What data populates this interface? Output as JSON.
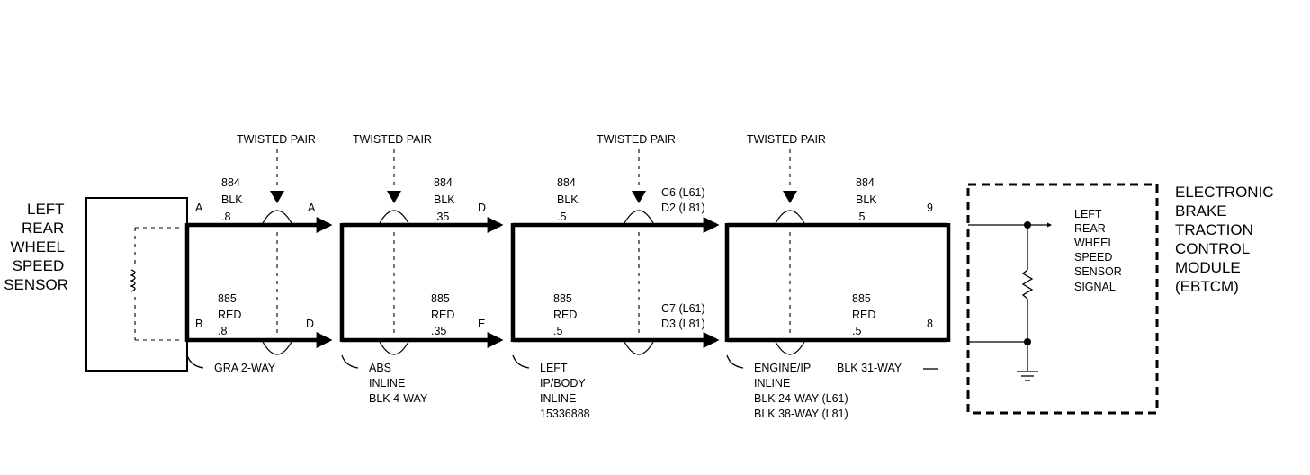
{
  "sensor": {
    "label_lines": [
      "LEFT",
      "REAR",
      "WHEEL",
      "SPEED",
      "SENSOR"
    ]
  },
  "module": {
    "label_lines": [
      "ELECTRONIC",
      "BRAKE",
      "TRACTION",
      "CONTROL",
      "MODULE",
      "(EBTCM)"
    ],
    "signal_lines": [
      "LEFT",
      "REAR",
      "WHEEL",
      "SPEED",
      "SENSOR",
      "SIGNAL"
    ]
  },
  "twisted_pair": "TWISTED PAIR",
  "circuits": {
    "top": {
      "seg1": [
        "884",
        "BLK",
        ".8"
      ],
      "seg2": [
        "884",
        "BLK",
        ".35"
      ],
      "seg3": [
        "884",
        "BLK",
        ".5"
      ],
      "seg4": [
        "884",
        "BLK",
        ".5"
      ]
    },
    "bottom": {
      "seg1": [
        "885",
        "RED",
        ".8"
      ],
      "seg2": [
        "885",
        "RED",
        ".35"
      ],
      "seg3": [
        "885",
        "RED",
        ".5"
      ],
      "seg4": [
        "885",
        "RED",
        ".5"
      ]
    }
  },
  "pins": {
    "c1_top_left": "A",
    "c1_top_right": "A",
    "c1_bot_left": "B",
    "c1_bot_right": "D",
    "c2_top": "D",
    "c2_bot": "E",
    "c3_top": [
      "C6 (L61)",
      "D2 (L81)"
    ],
    "c3_bot": [
      "C7 (L61)",
      "D3 (L81)"
    ],
    "c5_top": "9",
    "c5_bot": "8"
  },
  "connectors": {
    "c1": [
      "GRA 2-WAY"
    ],
    "c2": [
      "ABS",
      "INLINE",
      "BLK 4-WAY"
    ],
    "c3": [
      "LEFT",
      "IP/BODY",
      "INLINE",
      "15336888"
    ],
    "c4": [
      "ENGINE/IP",
      "INLINE",
      "BLK 24-WAY (L61)",
      "BLK 38-WAY (L81)"
    ],
    "c5": [
      "BLK 31-WAY"
    ]
  }
}
